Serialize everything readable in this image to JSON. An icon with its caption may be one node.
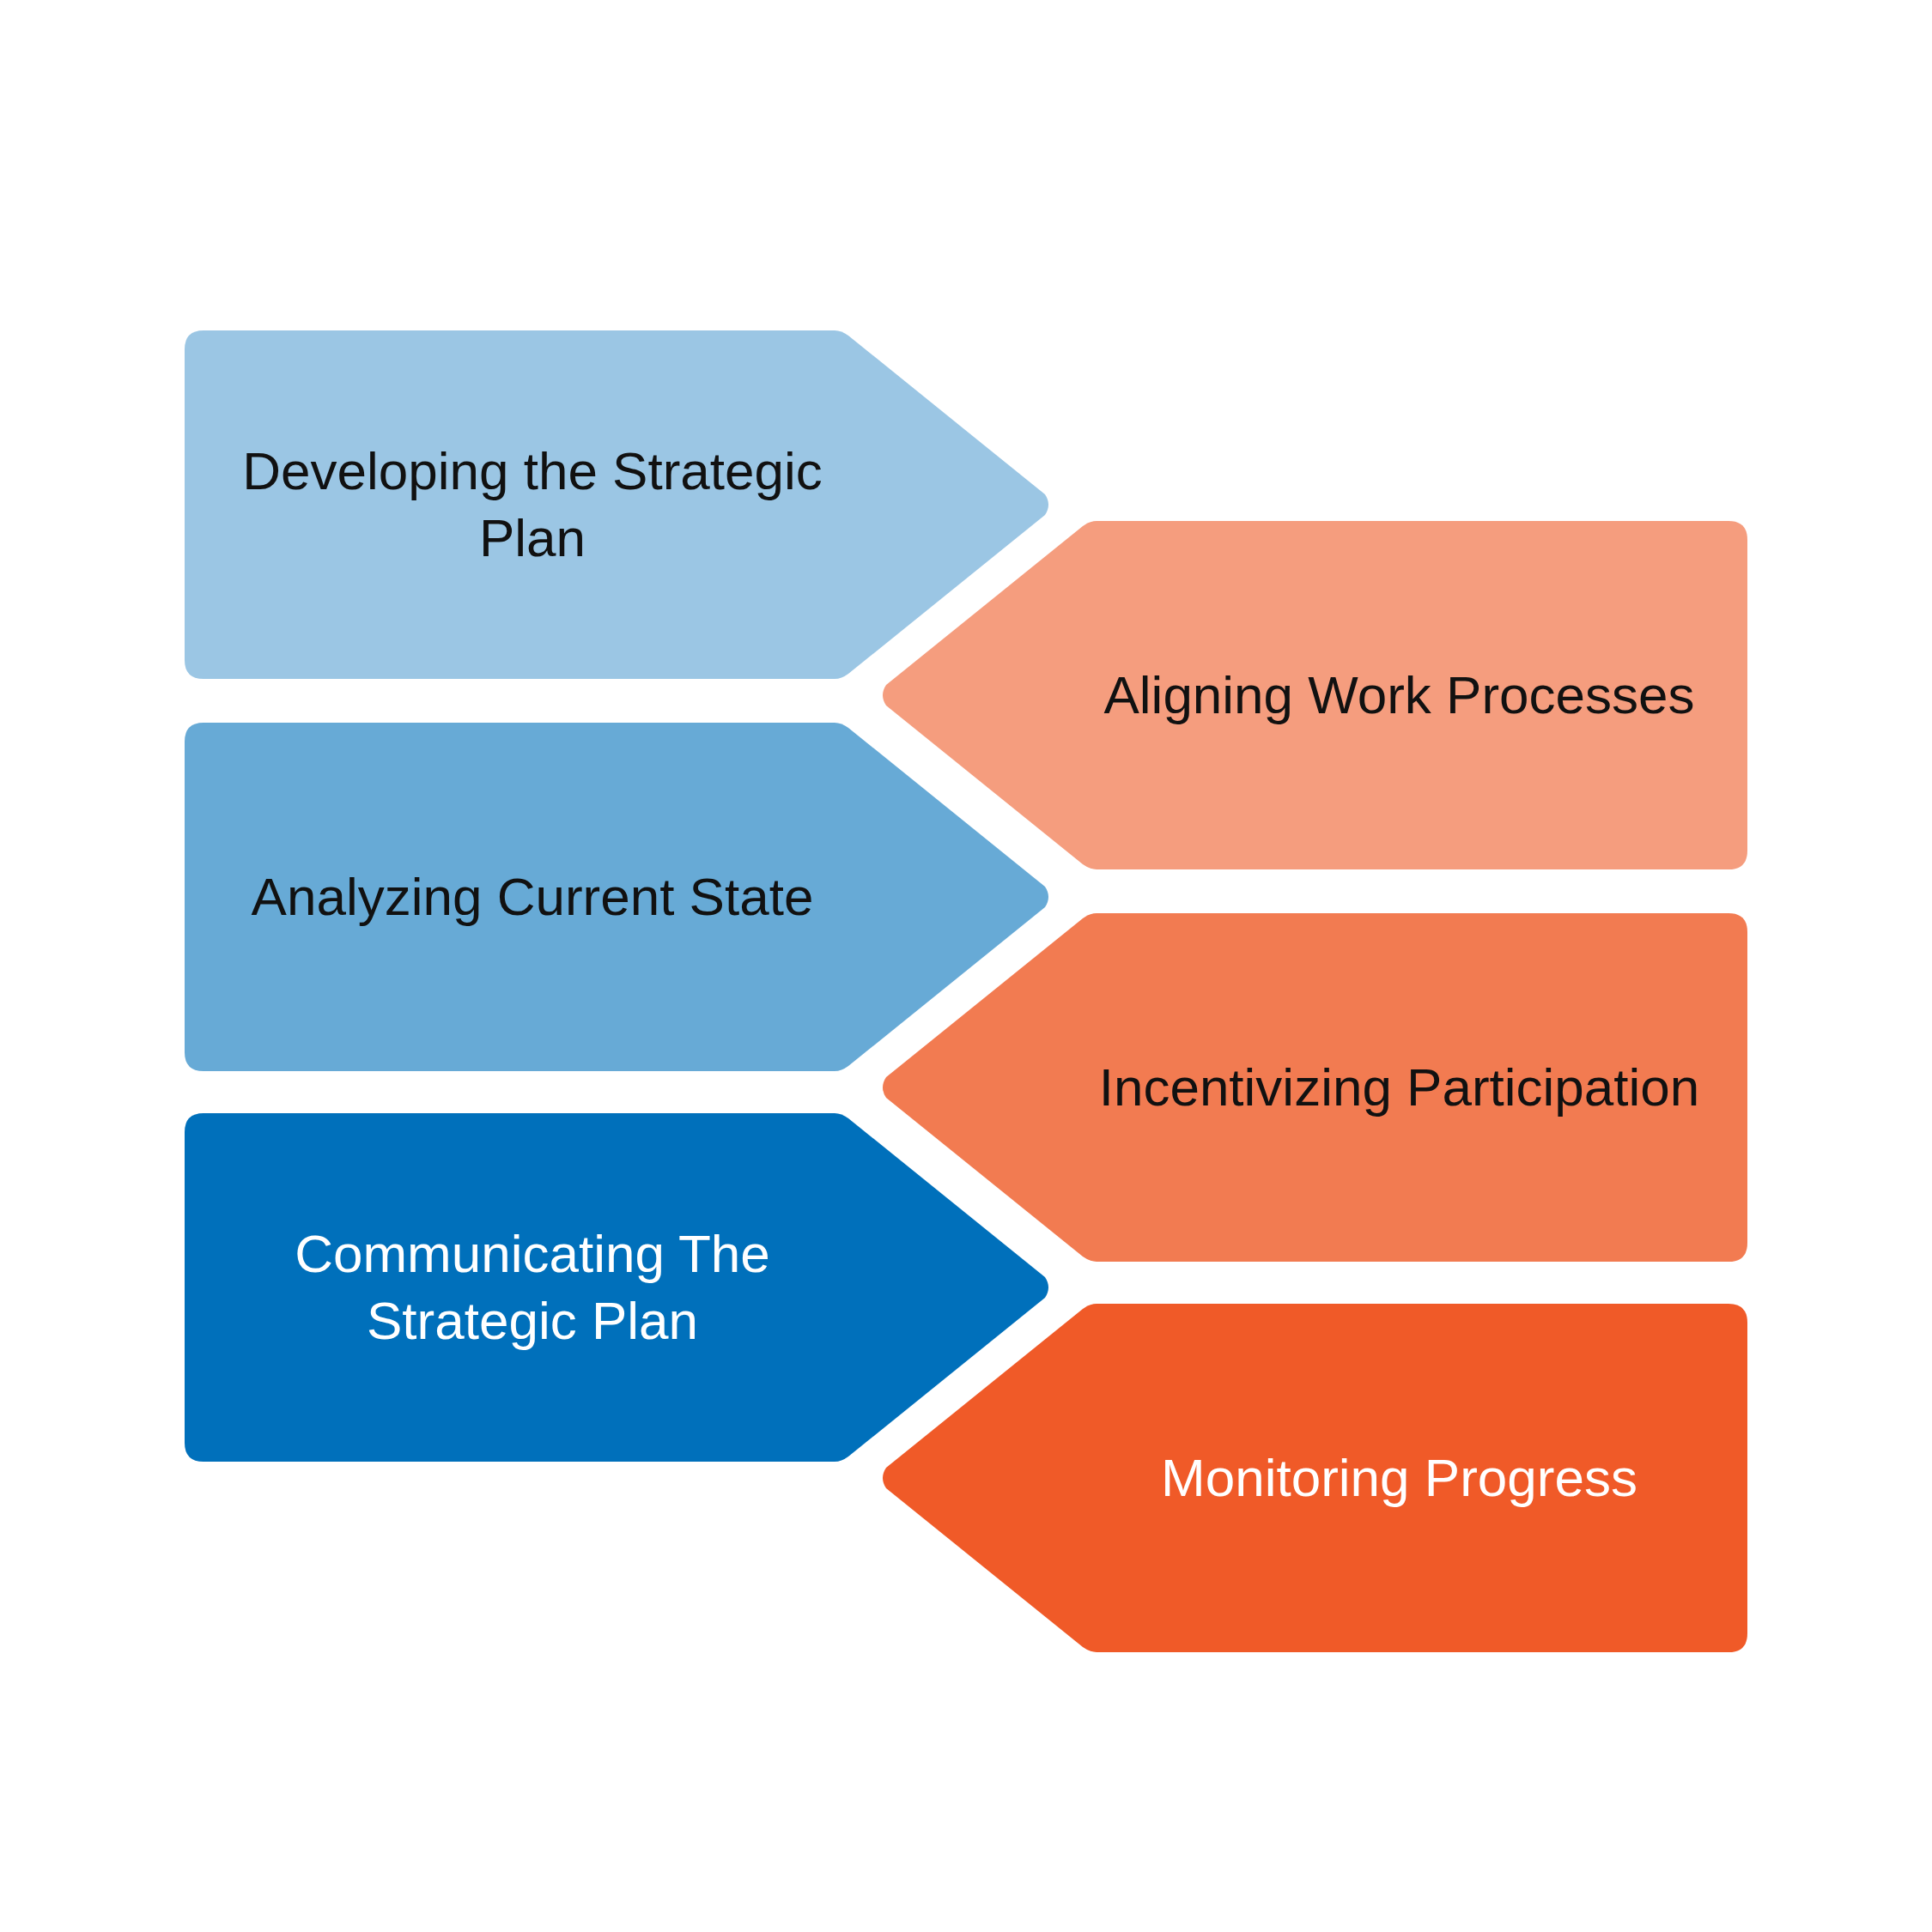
{
  "diagram": {
    "nodes": [
      {
        "text": [
          "Developing the Strategic Plan"
        ]
      },
      {
        "text": [
          "Aligning Work Processes"
        ]
      },
      {
        "text": [
          "Analyzing Current State"
        ]
      },
      {
        "text": [
          "Incentivizing Participation"
        ]
      },
      {
        "text": [
          "Communicating The Strategic Plan"
        ]
      },
      {
        "text": [
          "Monitoring Progress"
        ]
      }
    ]
  }
}
